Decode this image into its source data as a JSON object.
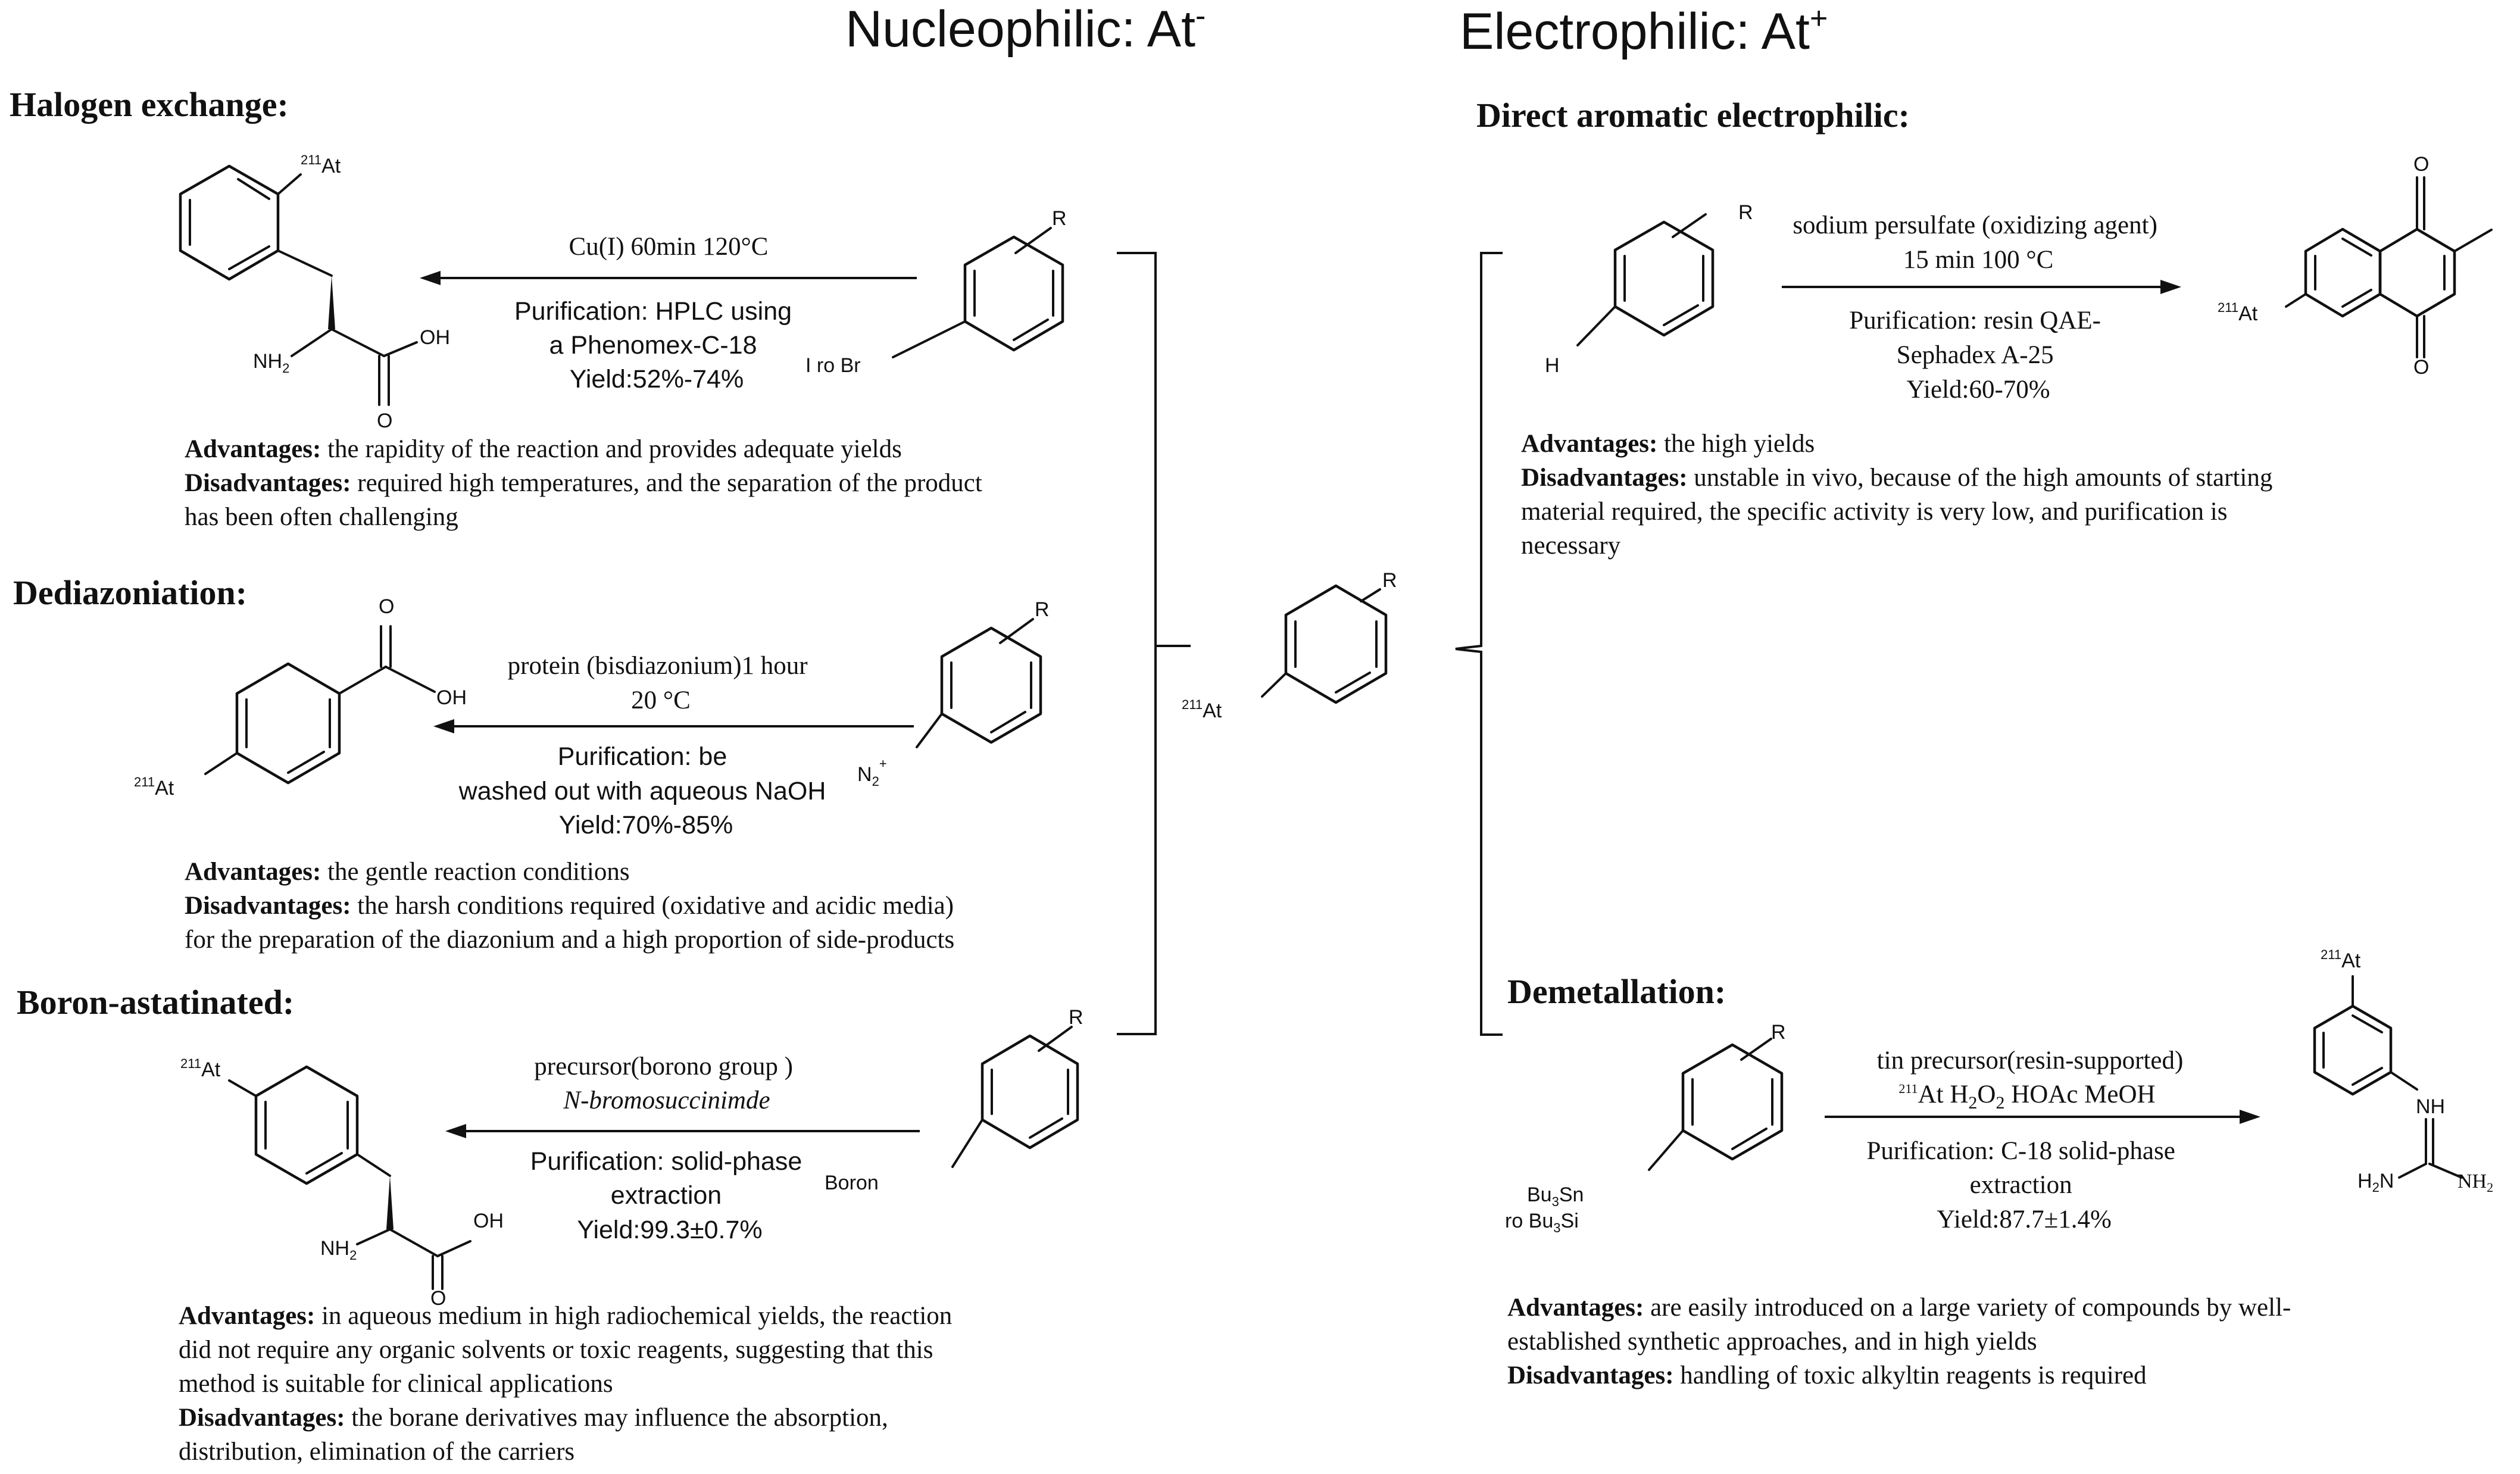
{
  "headers": {
    "nucleophilic": "Nucleophilic: At",
    "nucleophilic_sup": "-",
    "electrophilic": "Electrophilic: At",
    "electrophilic_sup": "+"
  },
  "center_product": {
    "r_label": "R",
    "at_mass": "211",
    "at_symbol": "At"
  },
  "sections": {
    "halogen_exchange": {
      "title": "Halogen exchange:",
      "conditions_above": "Cu(I)  60min 120°C",
      "purification": [
        "Purification: HPLC using",
        "a Phenomex-C-18",
        "Yield:52%-74%"
      ],
      "substituent": "I ro Br",
      "r_label": "R",
      "product_labels": {
        "at_mass": "211",
        "at_symbol": "At",
        "amine": "NH",
        "amine_sub": "2",
        "hydroxyl": "OH",
        "oxygen": "O"
      },
      "advantages_label": "Advantages:",
      "advantages": " the rapidity of the reaction and provides adequate yields",
      "disadvantages_label": "Disadvantages:",
      "disadvantages_lines": [
        " required high temperatures, and the separation of the product",
        "has been often challenging"
      ]
    },
    "dediazoniation": {
      "title": "Dediazoniation:",
      "conditions_above": [
        "protein (bisdiazonium)1 hour",
        "20 °C"
      ],
      "purification": [
        "Purification: be",
        "washed out with aqueous NaOH",
        "Yield:70%-85%"
      ],
      "substituent": "N",
      "substituent_sub": "2",
      "substituent_sup": "+",
      "r_label": "R",
      "product_labels": {
        "at_mass": "211",
        "at_symbol": "At",
        "hydroxyl": "OH",
        "oxygen": "O"
      },
      "advantages_label": "Advantages:",
      "advantages": " the gentle reaction conditions",
      "disadvantages_label": "Disadvantages:",
      "disadvantages_lines": [
        " the harsh conditions required (oxidative and acidic media)",
        "for the preparation of the diazonium and a high proportion of side-products"
      ]
    },
    "boron_astatinated": {
      "title": "Boron-astatinated:",
      "conditions_above": [
        "precursor(borono group )",
        "N-bromosuccinimde"
      ],
      "purification": [
        "Purification: solid-phase",
        "extraction",
        "Yield:99.3±0.7%"
      ],
      "substituent": "Boron",
      "r_label": "R",
      "product_labels": {
        "at_mass": "211",
        "at_symbol": "At",
        "amine": "NH",
        "amine_sub": "2",
        "hydroxyl": "OH",
        "oxygen": "O"
      },
      "advantages_label": "Advantages:",
      "advantages_lines": [
        " in aqueous medium in high radiochemical yields, the reaction",
        "did not require any organic solvents or toxic reagents, suggesting that this",
        "method is suitable for clinical applications"
      ],
      "disadvantages_label": "Disadvantages:",
      "disadvantages_lines": [
        " the borane derivatives may influence the absorption,",
        "distribution, elimination of the carriers"
      ]
    },
    "direct_aromatic": {
      "title": "Direct aromatic electrophilic:",
      "conditions_above": [
        "sodium persulfate (oxidizing agent)",
        "15 min 100 °C"
      ],
      "purification": [
        "Purification: resin QAE-",
        "Sephadex A-25",
        "Yield:60-70%"
      ],
      "substituent": "H",
      "r_label": "R",
      "product_labels": {
        "at_mass": "211",
        "at_symbol": "At",
        "oxygen": "O"
      },
      "advantages_label": "Advantages:",
      "advantages": " the high yields",
      "disadvantages_label": "Disadvantages:",
      "disadvantages_lines": [
        " unstable in vivo, because of the high amounts of starting",
        "material required, the specific activity is very low, and purification is",
        "necessary"
      ]
    },
    "demetallation": {
      "title": "Demetallation:",
      "conditions_above": [
        "tin precursor(resin-supported)",
        "211",
        "At H",
        "2",
        "O",
        "2",
        " HOAc MeOH"
      ],
      "purification": [
        "Purification: C-18 solid-phase",
        "extraction",
        "Yield:87.7±1.4%"
      ],
      "substituent_line1": "Bu",
      "substituent_line1_sub": "3",
      "substituent_line1_end": "Sn",
      "substituent_line2": "ro Bu",
      "substituent_line2_sub": "3",
      "substituent_line2_end": "Si",
      "r_label": "R",
      "product_labels": {
        "at_mass": "211",
        "at_symbol": "At",
        "nh": "NH",
        "h2n": "H",
        "h2n_sub": "2",
        "h2n_end": "N",
        "nh2": "NH",
        "nh2_sub": "2"
      },
      "advantages_label": "Advantages:",
      "advantages_lines": [
        " are easily introduced on a large variety of compounds by well-",
        "established synthetic approaches, and in high yields"
      ],
      "disadvantages_label": "Disadvantages:",
      "disadvantages": " handling of toxic alkyltin reagents is required"
    }
  }
}
